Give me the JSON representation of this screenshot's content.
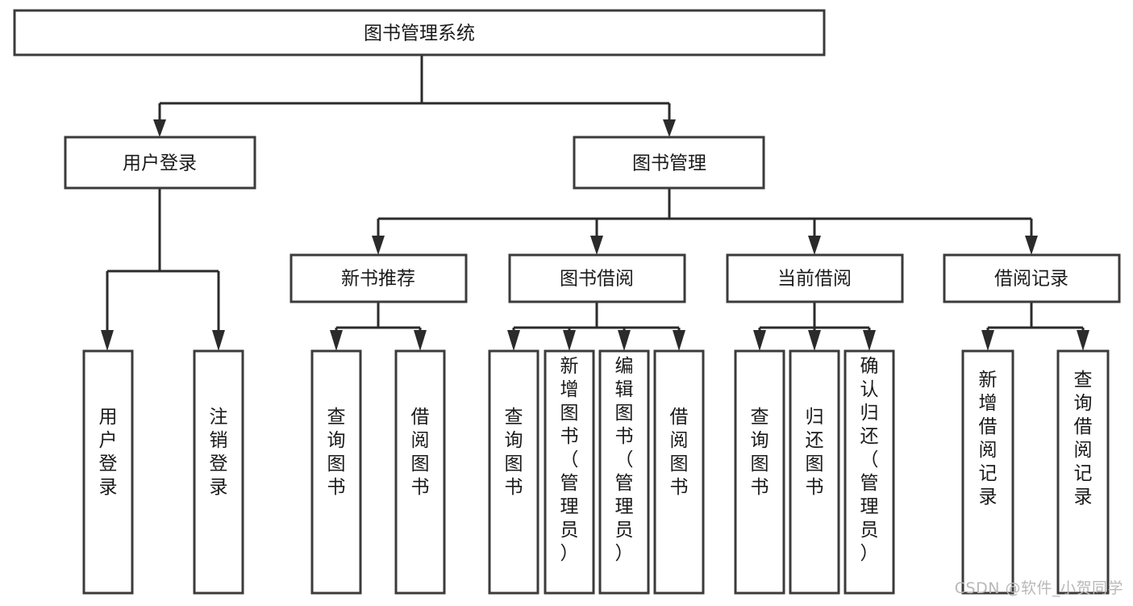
{
  "diagram": {
    "type": "tree",
    "title": "图书管理系统",
    "watermark": "CSDN @软件_小贺同学",
    "colors": {
      "background": "#ffffff",
      "box_fill": "#ffffff",
      "box_stroke": "#3b3b3b",
      "connector": "#2b2b2b",
      "text": "#1a1a1a",
      "watermark": "#b8b8b8"
    },
    "root": {
      "label": "图书管理系统"
    },
    "level2": [
      {
        "label": "用户登录"
      },
      {
        "label": "图书管理"
      }
    ],
    "level3": [
      {
        "label": "新书推荐"
      },
      {
        "label": "图书借阅"
      },
      {
        "label": "当前借阅"
      },
      {
        "label": "借阅记录"
      }
    ],
    "leaves": {
      "user_login": [
        {
          "label": "用户登录"
        },
        {
          "label": "注销登录"
        }
      ],
      "new_book_recommend": [
        {
          "label": "查询图书"
        },
        {
          "label": "借阅图书"
        }
      ],
      "book_borrow": [
        {
          "label": "查询图书"
        },
        {
          "label": "新增图书（管理员）"
        },
        {
          "label": "编辑图书（管理员）"
        },
        {
          "label": "借阅图书"
        }
      ],
      "current_borrow": [
        {
          "label": "查询图书"
        },
        {
          "label": "归还图书"
        },
        {
          "label": "确认归还（管理员）"
        }
      ],
      "borrow_record": [
        {
          "label": "新增借阅记录"
        },
        {
          "label": "查询借阅记录"
        }
      ]
    }
  }
}
